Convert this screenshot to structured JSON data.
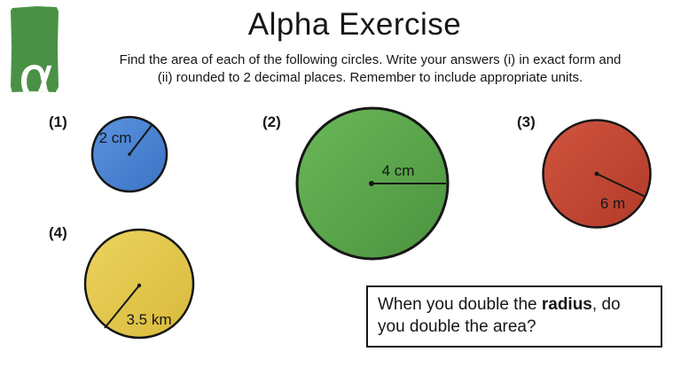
{
  "slide": {
    "title": "Alpha Exercise",
    "instructions_line1": "Find the area of each of the following circles. Write your answers (i) in exact form and",
    "instructions_line2": "(ii) rounded to 2 decimal places. Remember to include appropriate units.",
    "logo": {
      "letter": "α",
      "background_color": "#4a9145",
      "letter_color": "#ffffff"
    }
  },
  "problems": [
    {
      "number": "(1)",
      "radius_label": "2 cm",
      "fill_light": "#5b93e0",
      "fill_dark": "#3c73c4"
    },
    {
      "number": "(2)",
      "radius_label": "4 cm",
      "fill_light": "#6ab858",
      "fill_dark": "#4c9340"
    },
    {
      "number": "(3)",
      "radius_label": "6 m",
      "fill_light": "#d05540",
      "fill_dark": "#b23a28"
    },
    {
      "number": "(4)",
      "radius_label": "3.5 km",
      "fill_light": "#ecd45f",
      "fill_dark": "#d8b93b"
    }
  ],
  "question_box": {
    "prefix": "When you double the ",
    "bold": "radius",
    "suffix": ", do you double the area?"
  },
  "colors": {
    "stroke": "#161616",
    "background": "#ffffff"
  }
}
